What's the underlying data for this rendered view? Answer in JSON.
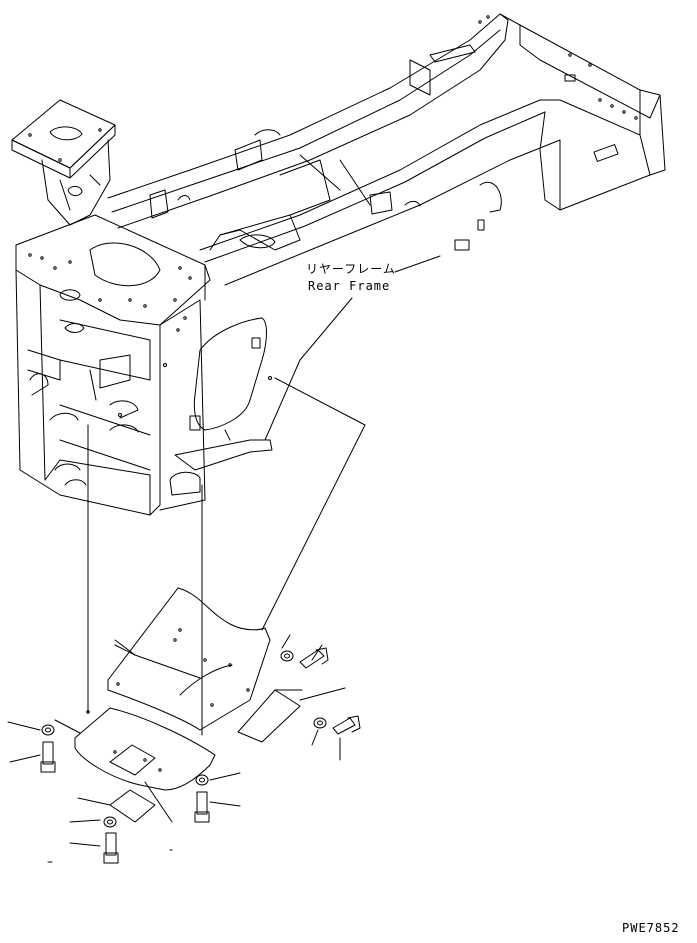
{
  "callout": {
    "japanese": "リヤーフレーム",
    "english": "Rear Frame"
  },
  "drawing_code": "PWE7852",
  "colors": {
    "ink": "#000000",
    "paper": "#ffffff"
  }
}
